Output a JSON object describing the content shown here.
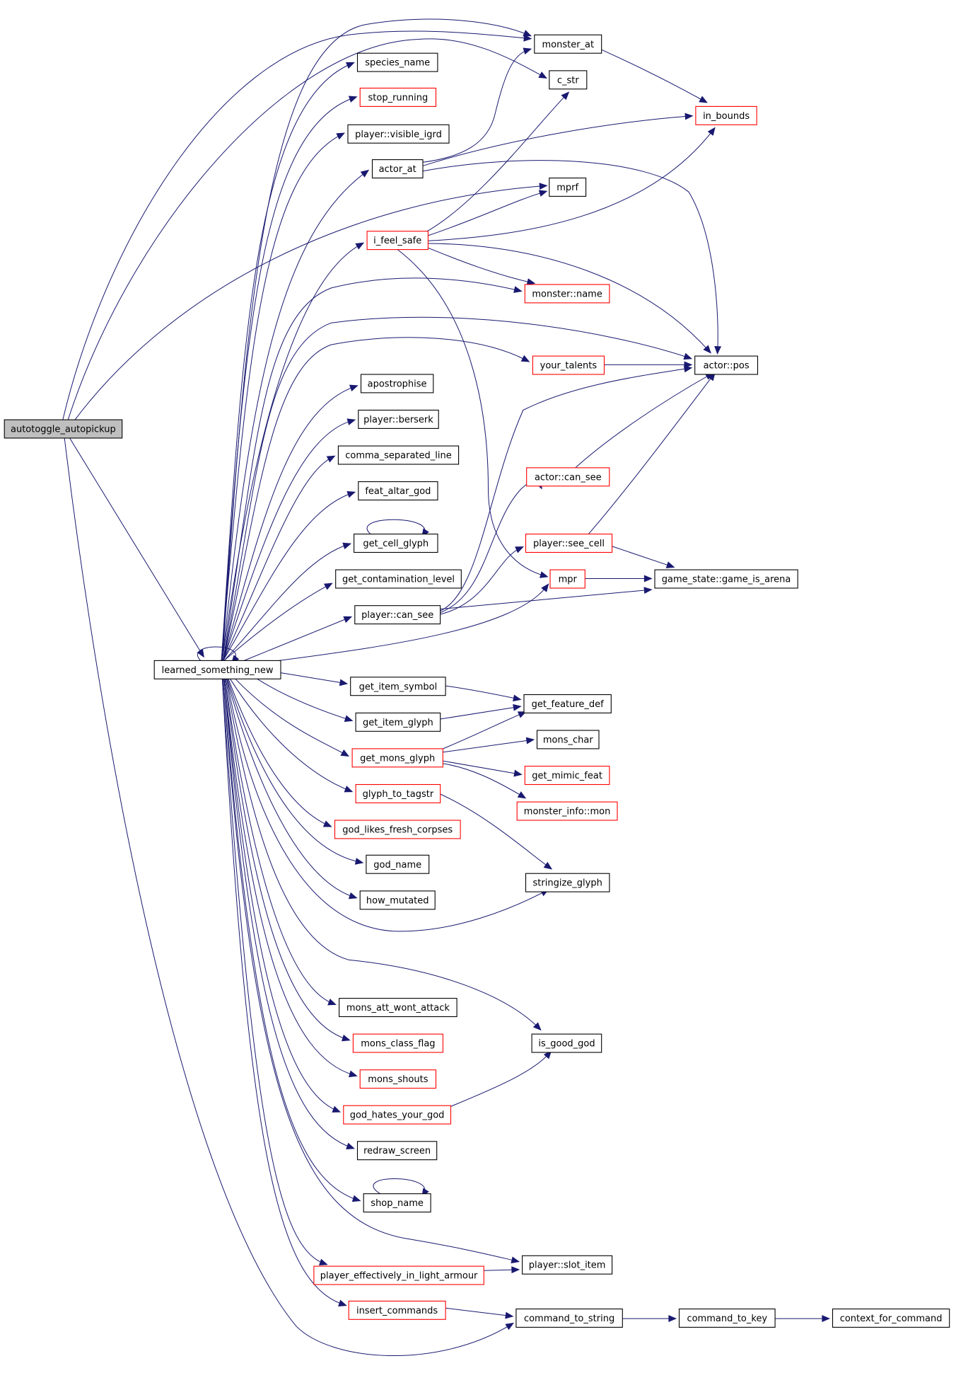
{
  "graph": {
    "colors": {
      "edge": "#191970",
      "node_border": "#000000",
      "incomplete_node_border": "#ff0000",
      "root_fill": "#bfbfbf",
      "background": "#ffffff"
    },
    "nodes": [
      {
        "id": "n0",
        "label": "autotoggle_autopickup",
        "style": "root"
      },
      {
        "id": "n1",
        "label": "learned_something_new",
        "style": "black"
      },
      {
        "id": "n2",
        "label": "monster_at",
        "style": "black"
      },
      {
        "id": "n3",
        "label": "species_name",
        "style": "black"
      },
      {
        "id": "n4",
        "label": "c_str",
        "style": "black"
      },
      {
        "id": "n5",
        "label": "stop_running",
        "style": "red"
      },
      {
        "id": "n6",
        "label": "in_bounds",
        "style": "red"
      },
      {
        "id": "n7",
        "label": "player::visible_igrd",
        "style": "black"
      },
      {
        "id": "n8",
        "label": "actor_at",
        "style": "black"
      },
      {
        "id": "n9",
        "label": "mprf",
        "style": "black"
      },
      {
        "id": "n10",
        "label": "i_feel_safe",
        "style": "red"
      },
      {
        "id": "n11",
        "label": "monster::name",
        "style": "red"
      },
      {
        "id": "n12",
        "label": "your_talents",
        "style": "red"
      },
      {
        "id": "n13",
        "label": "actor::pos",
        "style": "black"
      },
      {
        "id": "n14",
        "label": "apostrophise",
        "style": "black"
      },
      {
        "id": "n15",
        "label": "player::berserk",
        "style": "black"
      },
      {
        "id": "n16",
        "label": "comma_separated_line",
        "style": "black"
      },
      {
        "id": "n17",
        "label": "actor::can_see",
        "style": "red"
      },
      {
        "id": "n18",
        "label": "feat_altar_god",
        "style": "black"
      },
      {
        "id": "n19",
        "label": "get_cell_glyph",
        "style": "black"
      },
      {
        "id": "n20",
        "label": "player::see_cell",
        "style": "red"
      },
      {
        "id": "n21",
        "label": "get_contamination_level",
        "style": "black"
      },
      {
        "id": "n22",
        "label": "mpr",
        "style": "red"
      },
      {
        "id": "n23",
        "label": "game_state::game_is_arena",
        "style": "black"
      },
      {
        "id": "n24",
        "label": "player::can_see",
        "style": "black"
      },
      {
        "id": "n25",
        "label": "get_item_symbol",
        "style": "black"
      },
      {
        "id": "n26",
        "label": "get_feature_def",
        "style": "black"
      },
      {
        "id": "n27",
        "label": "get_item_glyph",
        "style": "black"
      },
      {
        "id": "n28",
        "label": "mons_char",
        "style": "black"
      },
      {
        "id": "n29",
        "label": "get_mons_glyph",
        "style": "red"
      },
      {
        "id": "n30",
        "label": "get_mimic_feat",
        "style": "red"
      },
      {
        "id": "n31",
        "label": "glyph_to_tagstr",
        "style": "red"
      },
      {
        "id": "n32",
        "label": "monster_info::mon",
        "style": "red"
      },
      {
        "id": "n33",
        "label": "god_likes_fresh_corpses",
        "style": "red"
      },
      {
        "id": "n34",
        "label": "god_name",
        "style": "black"
      },
      {
        "id": "n35",
        "label": "stringize_glyph",
        "style": "black"
      },
      {
        "id": "n36",
        "label": "how_mutated",
        "style": "black"
      },
      {
        "id": "n37",
        "label": "mons_att_wont_attack",
        "style": "black"
      },
      {
        "id": "n38",
        "label": "mons_class_flag",
        "style": "red"
      },
      {
        "id": "n39",
        "label": "is_good_god",
        "style": "black"
      },
      {
        "id": "n40",
        "label": "mons_shouts",
        "style": "red"
      },
      {
        "id": "n41",
        "label": "god_hates_your_god",
        "style": "red"
      },
      {
        "id": "n42",
        "label": "redraw_screen",
        "style": "black"
      },
      {
        "id": "n43",
        "label": "shop_name",
        "style": "black"
      },
      {
        "id": "n44",
        "label": "player::slot_item",
        "style": "black"
      },
      {
        "id": "n45",
        "label": "player_effectively_in_light_armour",
        "style": "red"
      },
      {
        "id": "n46",
        "label": "insert_commands",
        "style": "red"
      },
      {
        "id": "n47",
        "label": "command_to_string",
        "style": "black"
      },
      {
        "id": "n48",
        "label": "command_to_key",
        "style": "black"
      },
      {
        "id": "n49",
        "label": "context_for_command",
        "style": "black"
      }
    ]
  }
}
